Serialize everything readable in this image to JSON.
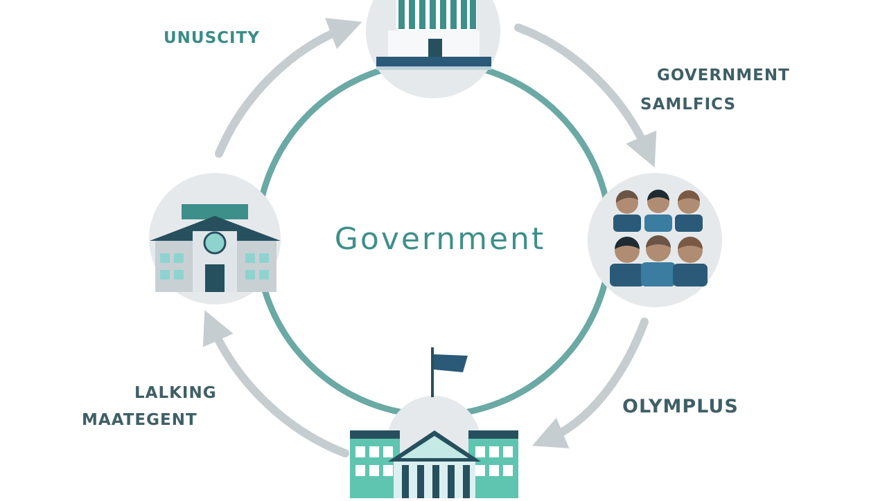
{
  "diagram": {
    "center_title": "Government",
    "labels": {
      "top_left": "UNUSCITY",
      "right_line1": "GOVERNMENT",
      "right_line2": "SAMLFICS",
      "left_line1": "LALKING",
      "left_line2": "MAATEGENT",
      "bottom_right": "OLYMPLUS"
    },
    "nodes": [
      {
        "id": "top",
        "icon": "government-building-columns-icon"
      },
      {
        "id": "right",
        "icon": "people-group-icon"
      },
      {
        "id": "bottom",
        "icon": "capitol-building-flag-icon"
      },
      {
        "id": "left",
        "icon": "school-building-icon"
      }
    ],
    "colors": {
      "ring": "#6aa9a4",
      "arrow": "#c5cdd0",
      "teal": "#3d8f8a",
      "navy": "#2b5a78",
      "node_bg": "#e6e9ec"
    }
  }
}
